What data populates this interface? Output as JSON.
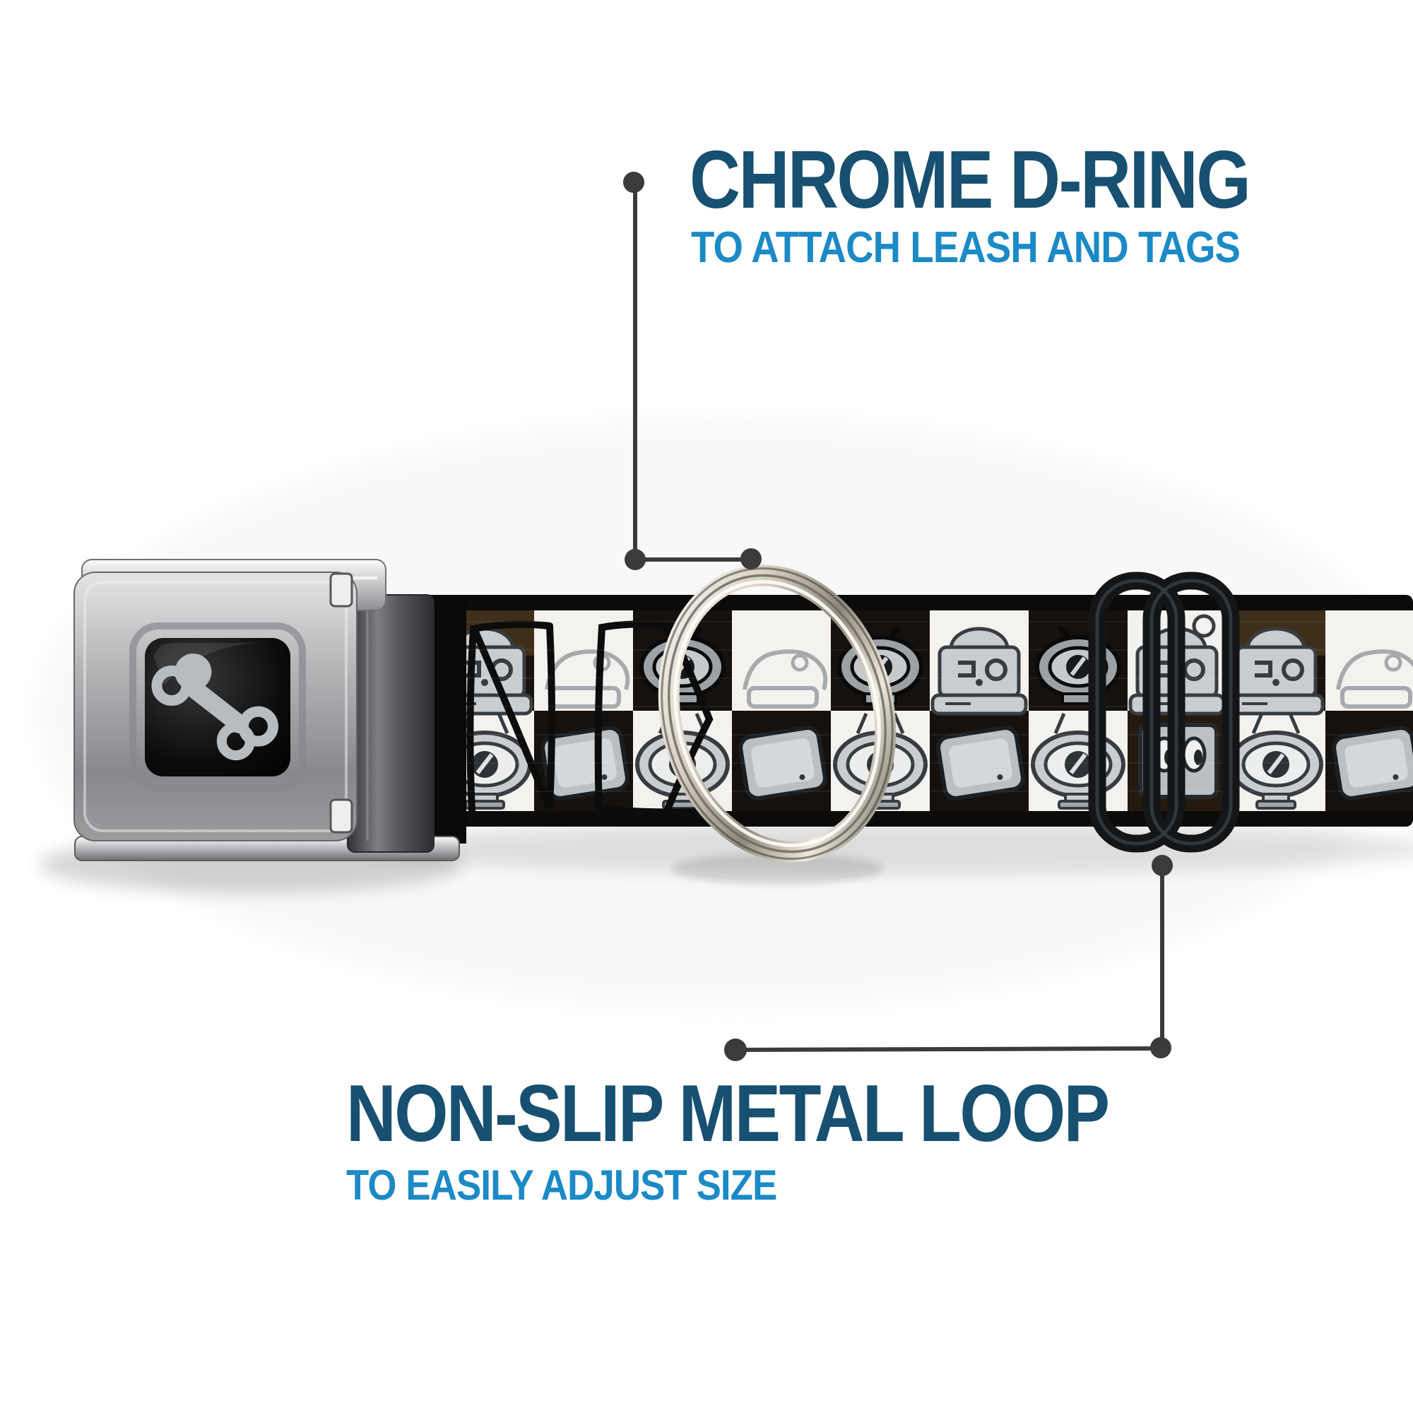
{
  "callouts": {
    "top": {
      "title": "CHROME D-RING",
      "subtitle": "TO ATTACH LEASH AND TAGS",
      "points_to": "chrome-d-ring"
    },
    "bottom": {
      "title": "NON-SLIP METAL LOOP",
      "subtitle": "TO EASILY ADJUST SIZE",
      "points_to": "metal-loop-slider"
    }
  },
  "product": {
    "type": "dog-collar-seatbelt-buckle",
    "parts": [
      {
        "name": "seatbelt-buckle",
        "finish": "brushed-silver"
      },
      {
        "name": "buckle-center-badge",
        "icon": "dog-bone-icon",
        "badge_bg": "#0a0a0a",
        "bone_color": "#b9bcbf"
      },
      {
        "name": "chrome-d-ring",
        "finish": "chrome"
      },
      {
        "name": "metal-loop-slider",
        "finish": "black"
      },
      {
        "name": "strap",
        "pattern": "robots-checkerboard",
        "pattern_colors": [
          "#f3f2ef",
          "#14110e",
          "#3f2f1a"
        ]
      }
    ]
  },
  "colors": {
    "background": "#ffffff",
    "title_navy": "#175070",
    "subtitle_blue": "#1b8ac6",
    "callout_line_gray": "#3b3b3d",
    "strap_black": "#0d0b09",
    "strap_white": "#f3f2ef",
    "strap_brown": "#3f2f1a",
    "robot_gray": "#c9cdd0",
    "chrome_highlight": "#fdfcf8"
  }
}
